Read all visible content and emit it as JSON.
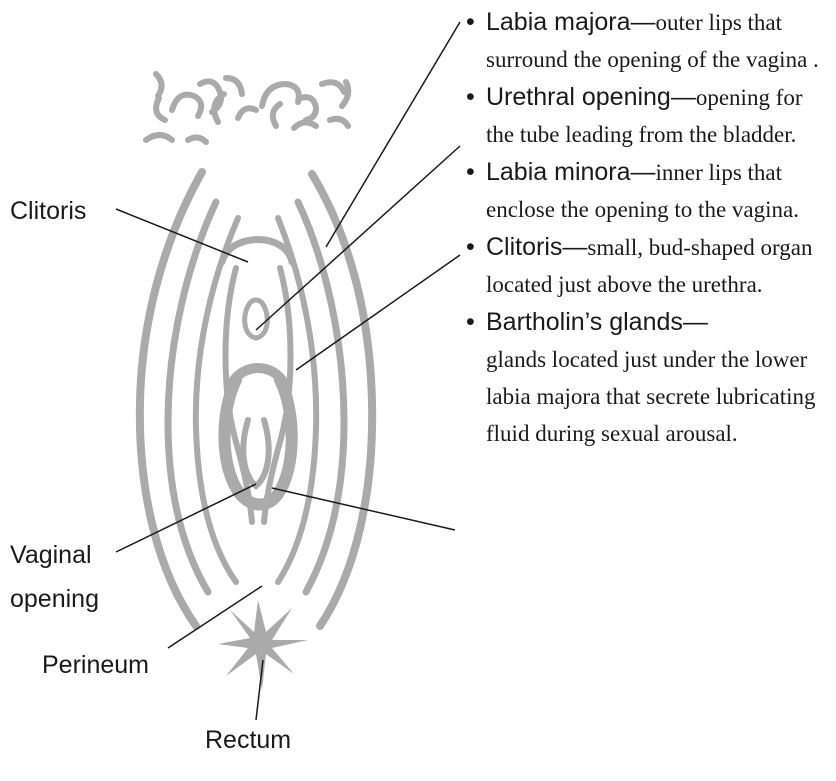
{
  "diagram": {
    "labels": {
      "clitoris": "Clitoris",
      "vaginal_opening_line1": "Vaginal",
      "vaginal_opening_line2": "opening",
      "perineum": "Perineum",
      "rectum": "Rectum"
    },
    "definitions": [
      {
        "term": "Labia majora",
        "dash": "—",
        "description": "outer lips that surround the opening of the vagina ."
      },
      {
        "term": "Urethral opening",
        "dash": "—",
        "description": "opening for the tube leading from the bladder."
      },
      {
        "term": "Labia minora",
        "dash": "—",
        "description": "inner lips that enclose the opening to the vagina."
      },
      {
        "term": "Clitoris",
        "dash": "—",
        "description": "small, bud-shaped organ located just above the urethra."
      },
      {
        "term": "Bartholin’s glands",
        "dash": "—",
        "description": "glands located just under the lower labia majora that secrete lubricating fluid during sexual arousal."
      }
    ],
    "colors": {
      "illustration": "#aaaaaa",
      "leader_line": "#1a1a1a",
      "text": "#1a1a1a"
    }
  }
}
